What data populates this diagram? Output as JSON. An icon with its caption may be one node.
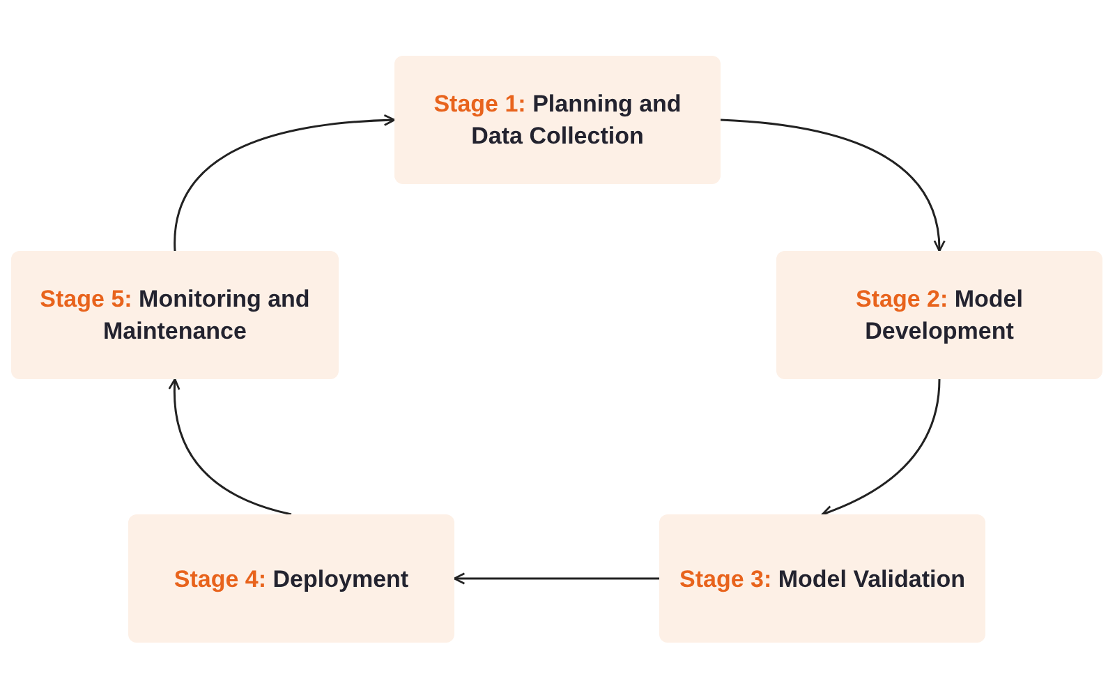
{
  "diagram": {
    "nodes": [
      {
        "text": [
          "Stage 1:",
          "Planning and Data Collection"
        ]
      },
      {
        "text": [
          "Stage 2:",
          "Model Development"
        ]
      },
      {
        "text": [
          "Stage 3:",
          "Model Validation"
        ]
      },
      {
        "text": [
          "Stage 4:",
          "Deployment"
        ]
      },
      {
        "text": [
          "Stage 5:",
          "Monitoring and Maintenance"
        ]
      }
    ],
    "edges": [
      {
        "from": 0,
        "to": 1,
        "arrow": "to"
      },
      {
        "from": 1,
        "to": 2,
        "arrow": "to"
      },
      {
        "from": 2,
        "to": 3,
        "arrow": "to"
      },
      {
        "from": 3,
        "to": 4,
        "arrow": "to"
      },
      {
        "from": 4,
        "to": 0,
        "arrow": "to"
      }
    ]
  }
}
